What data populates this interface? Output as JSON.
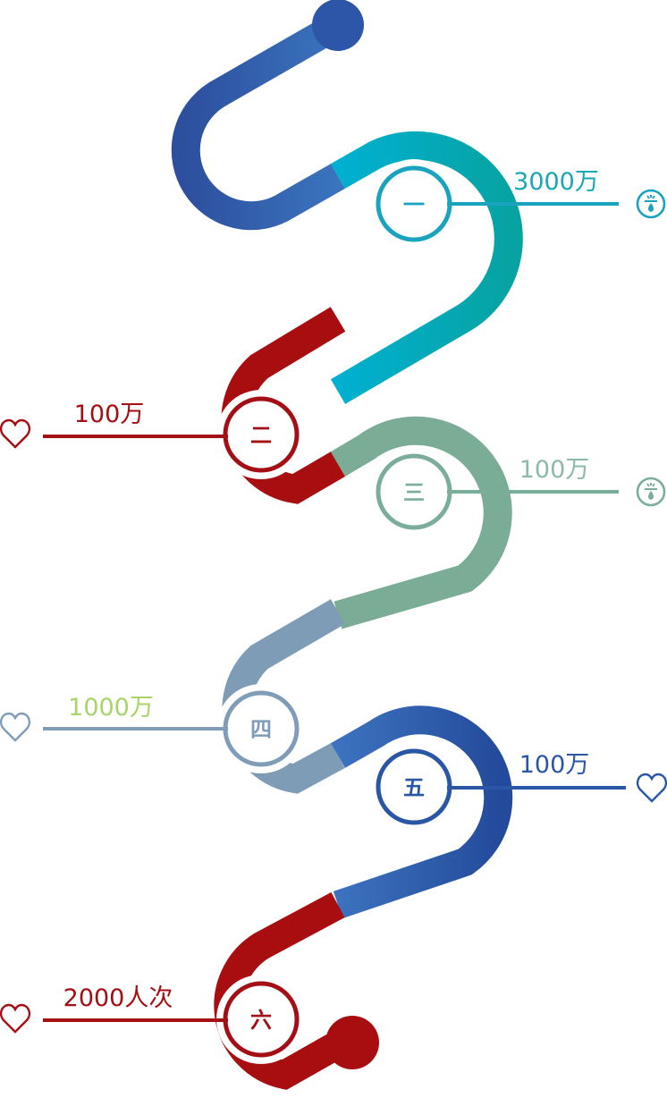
{
  "nodes": [
    {
      "id": "1",
      "label": "一",
      "value": "3000万",
      "icon": "gauge-icon",
      "color": "#1aa3bf",
      "value_color": "#19a7b5"
    },
    {
      "id": "2",
      "label": "二",
      "value": "100万",
      "icon": "heart-icon",
      "color": "#a30f14",
      "value_color": "#a30f14"
    },
    {
      "id": "3",
      "label": "三",
      "value": "100万",
      "icon": "gauge-icon",
      "color": "#7aae9a",
      "value_color": "#8cbaa9"
    },
    {
      "id": "4",
      "label": "四",
      "value": "1000万",
      "icon": "heart-icon",
      "color": "#7f9db8",
      "value_color": "#a8d468"
    },
    {
      "id": "5",
      "label": "五",
      "value": "100万",
      "icon": "heart-icon",
      "color": "#2a56a6",
      "value_color": "#2a56a6"
    },
    {
      "id": "6",
      "label": "六",
      "value": "2000人次",
      "icon": "heart-icon",
      "color": "#a30f14",
      "value_color": "#a30f14"
    }
  ],
  "colors": {
    "blue": "#2e5ea8",
    "blue_light": "#3d72bd",
    "cyan": "#00a8c6",
    "teal": "#0aa6a6",
    "red": "#a80e10",
    "green": "#7aac96",
    "steel": "#7f9cb6"
  }
}
